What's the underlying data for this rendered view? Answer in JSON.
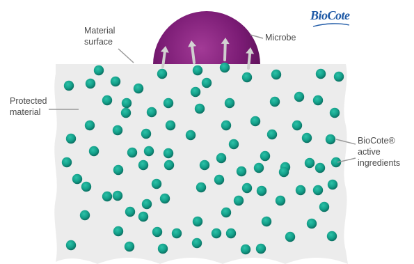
{
  "labels": {
    "surface": [
      "Material",
      "surface"
    ],
    "protected": [
      "Protected",
      "material"
    ],
    "microbe": "Microbe",
    "biocote": [
      "BioCote®",
      "active",
      "ingredients"
    ]
  },
  "logo": {
    "text": "BioCote"
  },
  "colors": {
    "material": "#ececec",
    "microbe": "#6a1566",
    "microbe_highlight": "#a23a96",
    "particle": "#14a08a",
    "particle_dark": "#0b6f61",
    "arrow": "#c8c8c8",
    "leader": "#9a9a9a",
    "logo": "#1f5aa6"
  }
}
